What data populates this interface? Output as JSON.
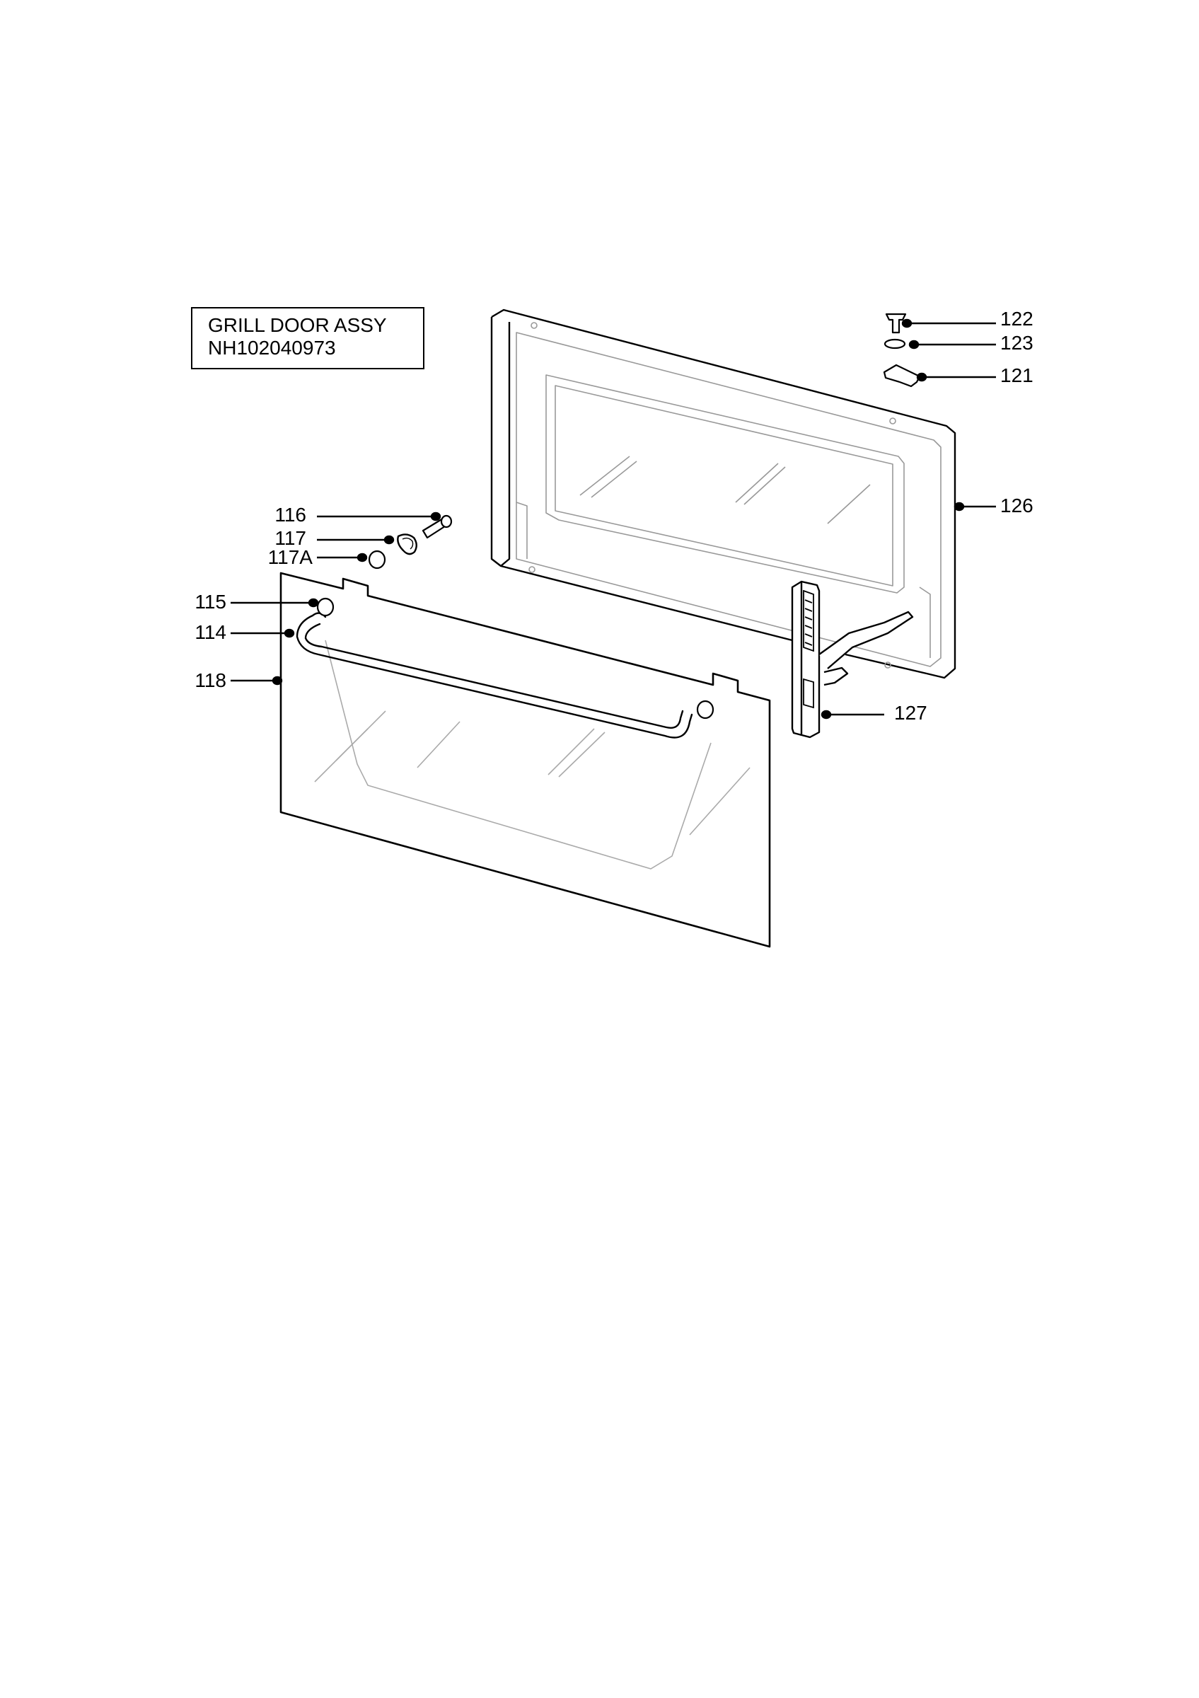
{
  "title": {
    "line1": "GRILL DOOR ASSY",
    "line2": "NH102040973"
  },
  "callouts": {
    "c122": "122",
    "c123": "123",
    "c121": "121",
    "c126": "126",
    "c116": "116",
    "c117": "117",
    "c117A": "117A",
    "c115": "115",
    "c114": "114",
    "c118": "118",
    "c127": "127"
  },
  "colors": {
    "ink": "#000000",
    "faint": "#b8b8b8",
    "background": "#ffffff"
  }
}
